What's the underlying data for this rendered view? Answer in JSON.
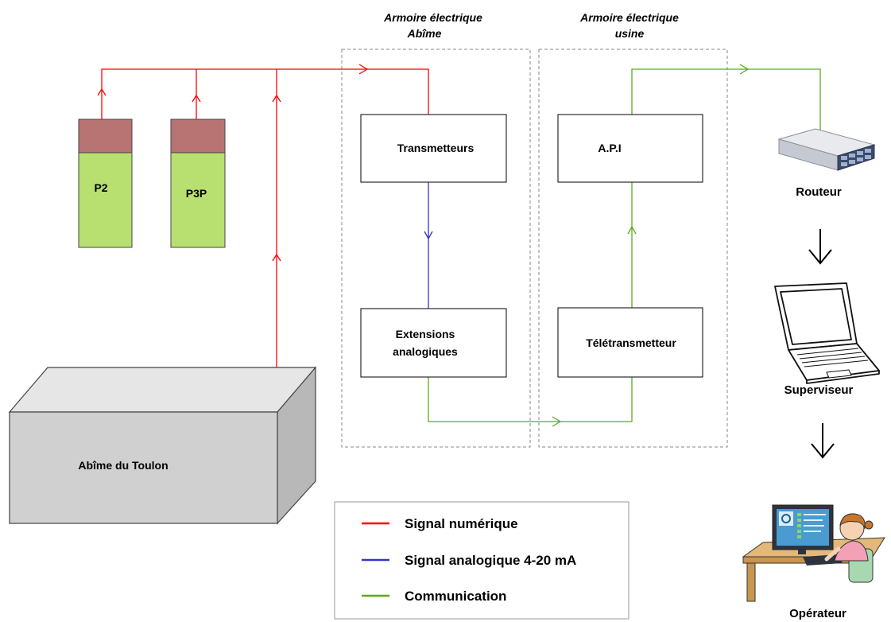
{
  "cabinets": {
    "abime": {
      "title_line1": "Armoire électrique",
      "title_line2": "Abîme"
    },
    "usine": {
      "title_line1": "Armoire électrique",
      "title_line2": "usine"
    }
  },
  "sensors": [
    {
      "label": "P2"
    },
    {
      "label": "P3P"
    }
  ],
  "site": {
    "label": "Abîme du Toulon"
  },
  "boxes": {
    "transmetteurs": {
      "label": "Transmetteurs"
    },
    "extensions": {
      "line1": "Extensions",
      "line2": "analogiques"
    },
    "api": {
      "label": "A.P.I"
    },
    "teletransmetteur": {
      "label": "Télétransmetteur"
    }
  },
  "devices": {
    "routeur": {
      "label": "Routeur",
      "icon": "router-icon"
    },
    "superviseur": {
      "label": "Superviseur",
      "icon": "laptop-icon"
    },
    "operateur": {
      "label": "Opérateur",
      "icon": "operator-at-computer-icon"
    }
  },
  "legend": [
    {
      "label": "Signal numérique",
      "color": "#ff0000"
    },
    {
      "label": "Signal analogique 4-20 mA",
      "color": "#3333cc"
    },
    {
      "label": "Communication",
      "color": "#5aaa1e"
    }
  ],
  "colors": {
    "digital": "#ff0000",
    "analog": "#3333cc",
    "communication": "#5aaa1e",
    "sensor_cap": "#b87373",
    "sensor_body": "#b8e070",
    "site_block": "#d0d0d0"
  }
}
